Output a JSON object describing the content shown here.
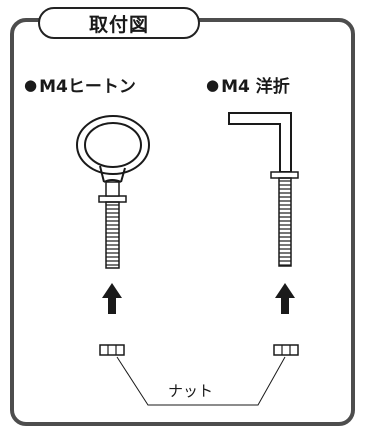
{
  "title": "取付図",
  "items": [
    {
      "bullet": "●",
      "label": "M4ヒートン"
    },
    {
      "bullet": "●",
      "label": "M4 洋折"
    }
  ],
  "nut_label": "ナット",
  "icons": [
    "eye-screw",
    "l-hook-screw",
    "arrow-up",
    "nut"
  ],
  "colors": {
    "frame": "#4d4d4d",
    "line": "#1a1a1a"
  }
}
